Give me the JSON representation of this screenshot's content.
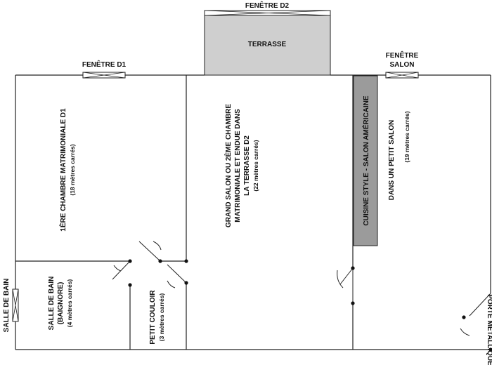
{
  "windows": {
    "d2": "FENÊTRE D2",
    "d1": "FENÊTRE D1",
    "salon_line1": "FENÊTRE",
    "salon_line2": "SALON"
  },
  "terrace": "TERRASSE",
  "rooms": {
    "bedroom1": {
      "title": "1ÈRE CHAMBRE MATRIMONIALE D1",
      "area": "(18 mètres carrés)"
    },
    "grand_salon": {
      "line1": "GRAND SALON OU 2ÈME CHAMBRE",
      "line2": "MATRIMONIALE ET ENDUE DANS",
      "line3": "LA TERRASSE D2",
      "area": "(22 mètres carrés)"
    },
    "kitchen": "CUISINE STYLE - SALON AMÉRICAINE",
    "small_salon": {
      "title": "DANS UN PETIT SALON",
      "area": "(19 mètres carrés)"
    },
    "bathroom": {
      "line1": "SALLE DE BAIN",
      "line2": "(BAIGNORE)",
      "area": "(4 mètres carrés)"
    },
    "corridor": {
      "title": "PETIT COULOIR",
      "area": "(3 mètres carrés)"
    }
  },
  "side_labels": {
    "bathroom_window": "SALLE DE BAIN",
    "metal_door": "PORTE MÉTALLIQUE"
  },
  "colors": {
    "terrace_fill": "#cfcfcf",
    "kitchen_fill": "#9b9b9b",
    "wall": "#222222"
  }
}
